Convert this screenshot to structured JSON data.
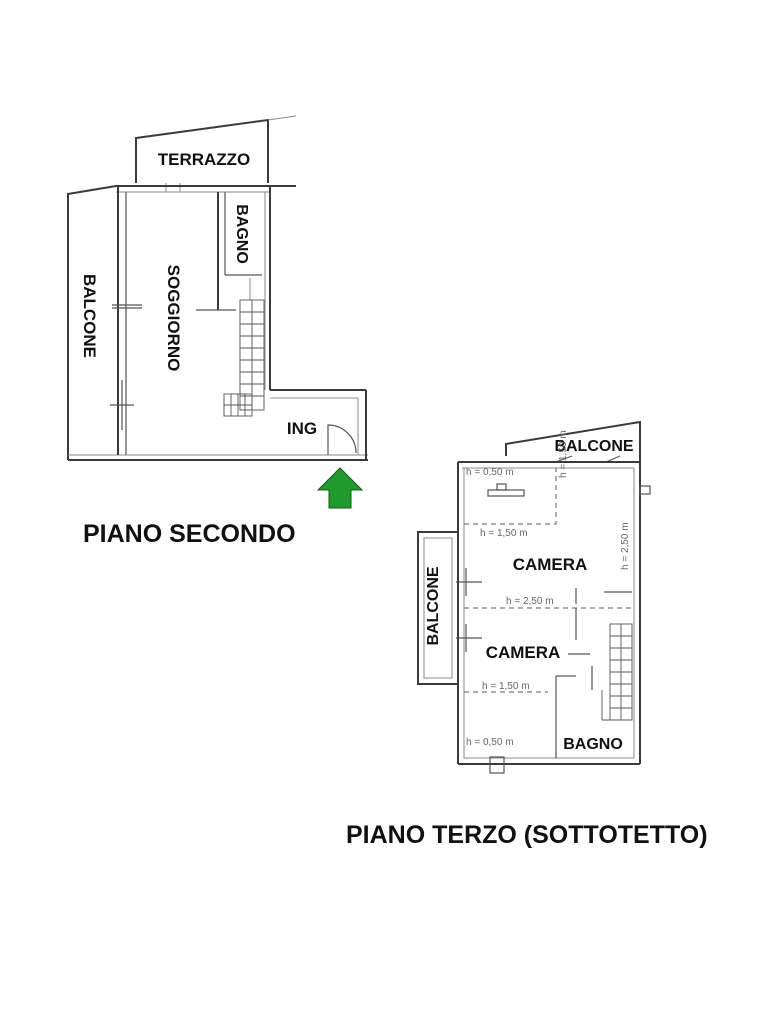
{
  "floor2": {
    "title": "PIANO SECONDO",
    "rooms": {
      "terrazzo": "TERRAZZO",
      "bagno": "BAGNO",
      "soggiorno": "SOGGIORNO",
      "balcone": "BALCONE",
      "ing": "ING"
    },
    "entrance_color": "#1e9b2c"
  },
  "floor3": {
    "title": "PIANO TERZO (SOTTOTETTO)",
    "rooms": {
      "balcone_top": "BALCONE",
      "camera_1": "CAMERA",
      "camera_2": "CAMERA",
      "balcone_side": "BALCONE",
      "bagno": "BAGNO"
    },
    "heights": {
      "h1": "h = 0,50 m",
      "h2": "h = 1,50 m",
      "h3": "h = 1,50 m",
      "h4": "h = 2,50 m",
      "h5": "h = 2,50 m",
      "h6": "h = 1,50 m",
      "h7": "h = 0,50 m"
    }
  }
}
